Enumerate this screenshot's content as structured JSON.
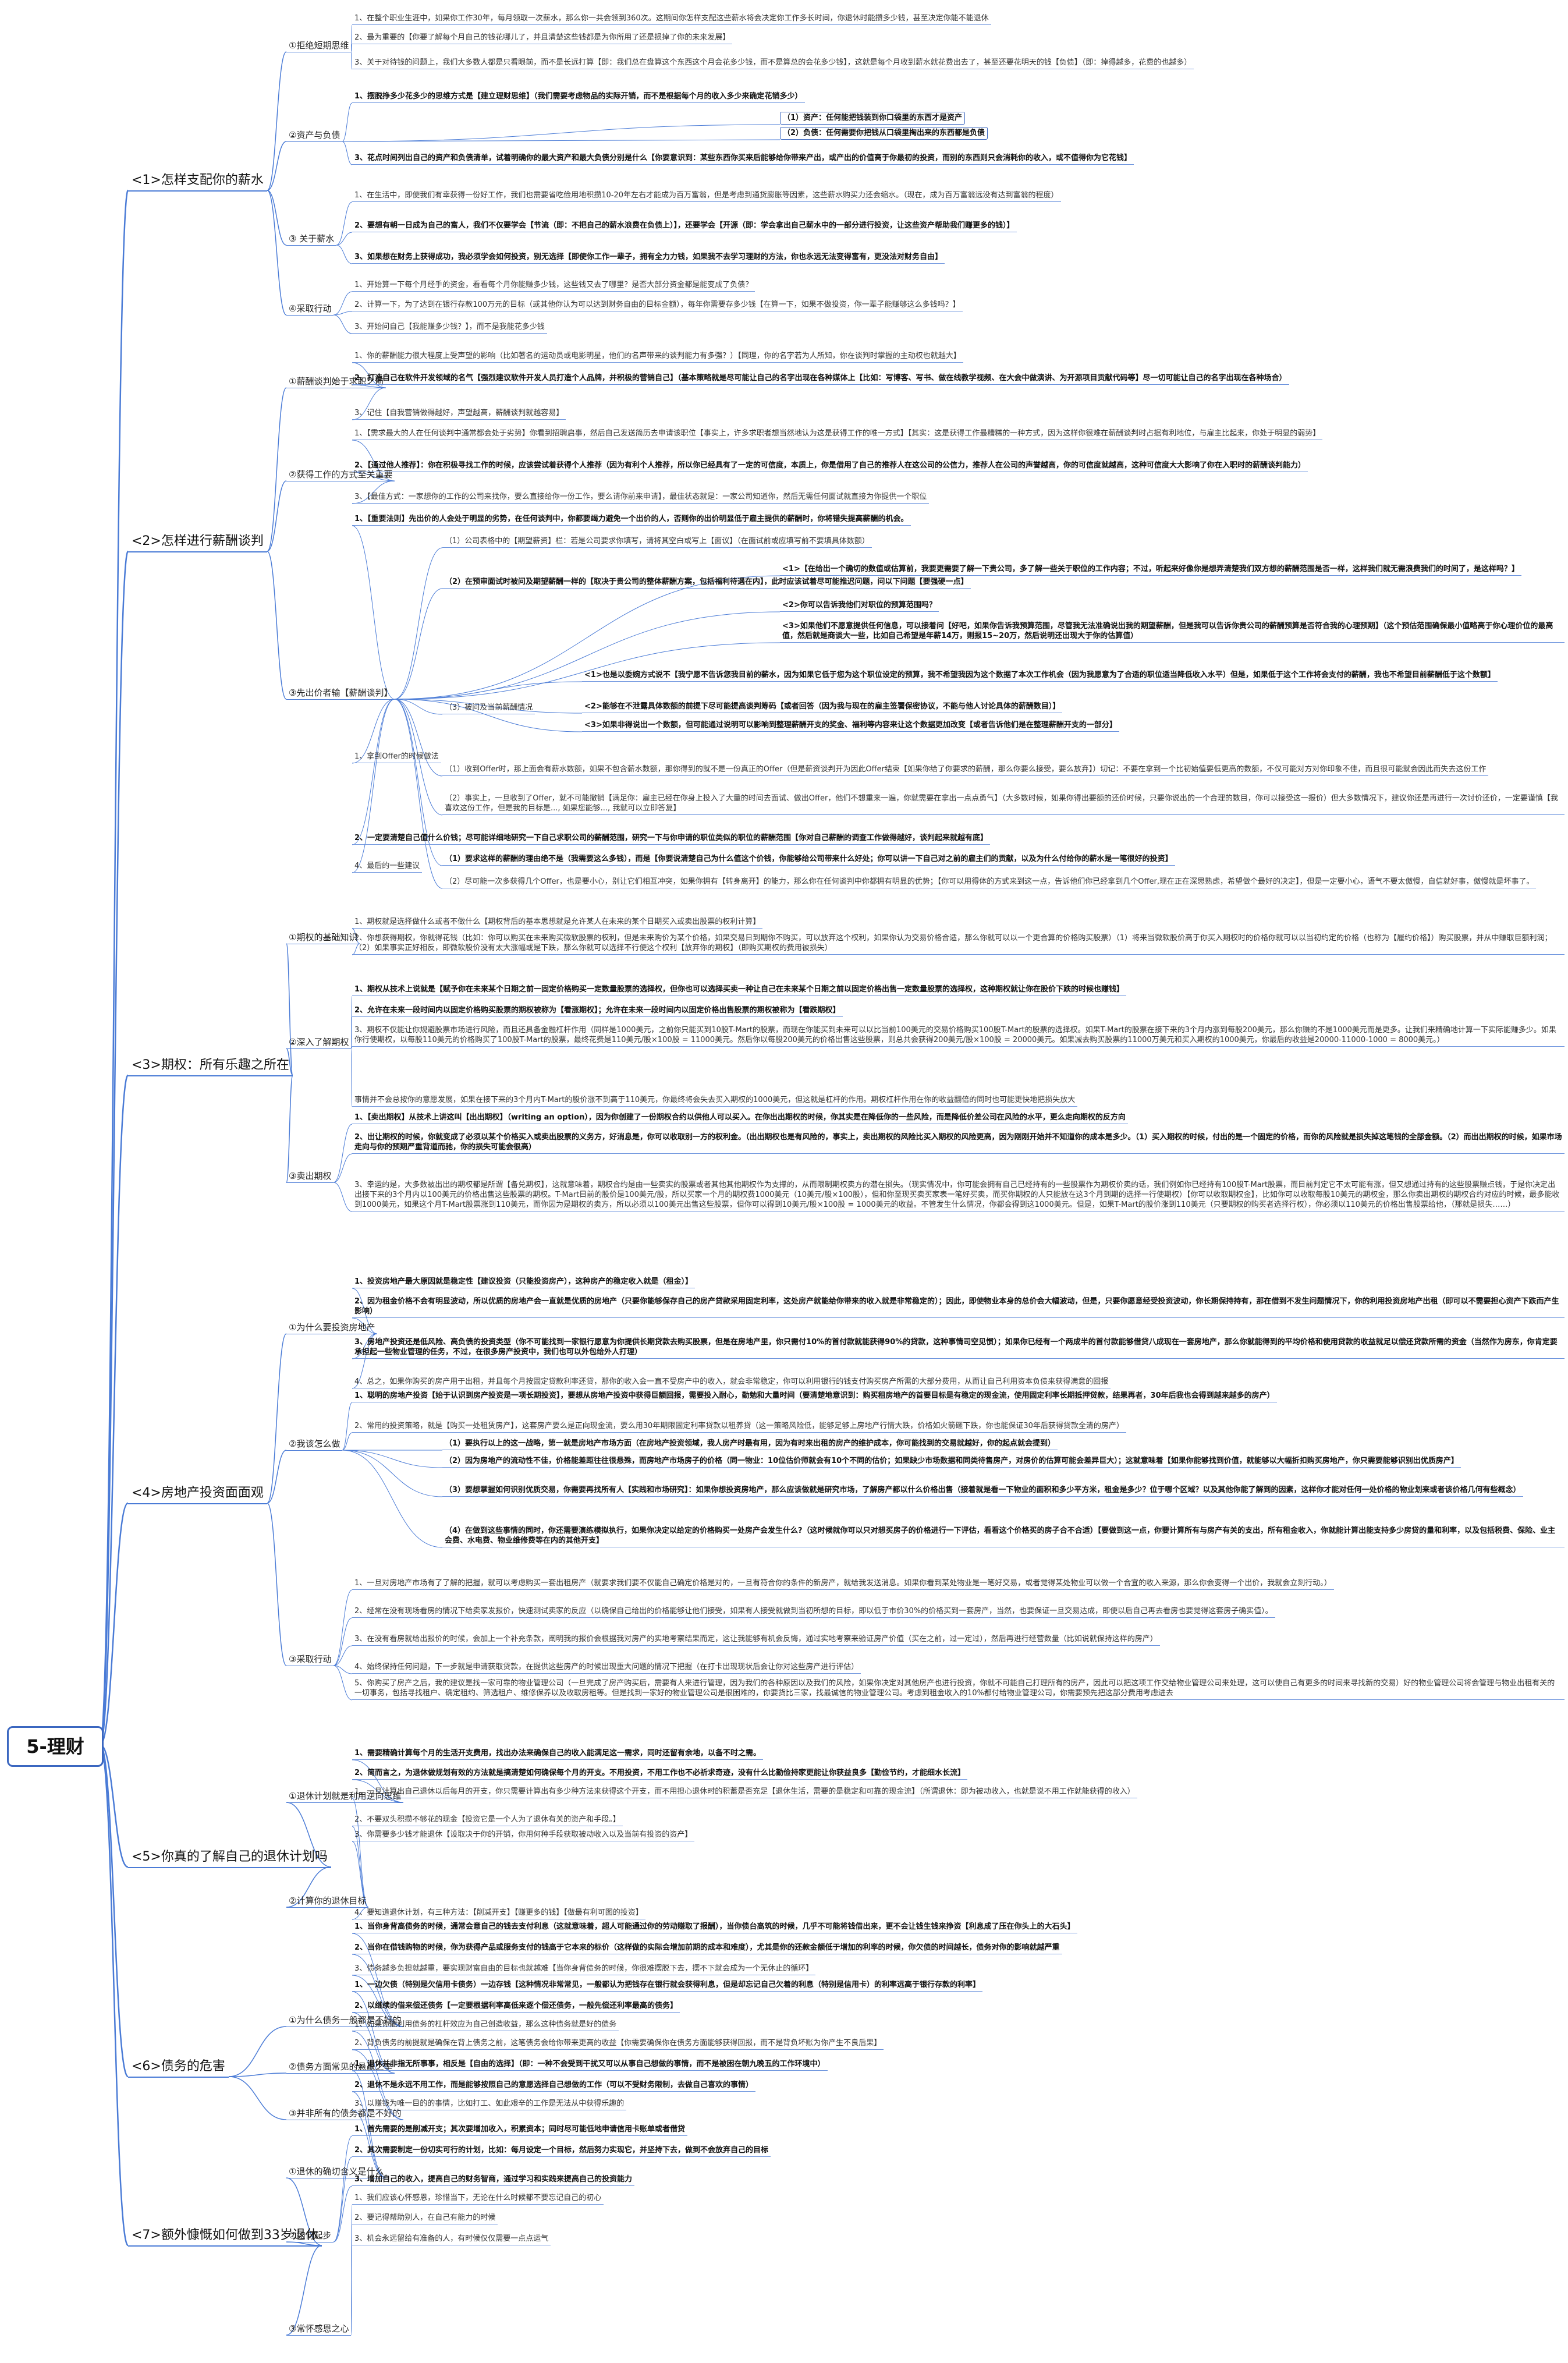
{
  "root": "5-理财",
  "sections": [
    {
      "label": "<1>怎样支配你的薪水"
    },
    {
      "label": "<2>怎样进行薪酬谈判"
    },
    {
      "label": "<3>期权：所有乐趣之所在"
    },
    {
      "label": "<4>房地产投资面面观"
    },
    {
      "label": "<5>你真的了解自己的退休计划吗"
    },
    {
      "label": "<6>债务的危害"
    },
    {
      "label": "<7>额外慷慨如何做到33岁退休"
    }
  ],
  "subs": [
    "①拒绝短期思维",
    "②资产与负债",
    "③ 关于薪水",
    "④采取行动",
    "①薪酬谈判始于求职之前",
    "②获得工作的方式至关重要",
    "③先出价者输【薪酬谈判】",
    "①期权的基础知识",
    "②深入了解期权",
    "③卖出期权",
    "①为什么要投资房地产",
    "②我该怎么做",
    "③采取行动",
    "①退休计划就是利用逆向思维",
    "②计算你的退休目标",
    "①为什么债务一般都是不好的",
    "②债务方面常见的悬赢之举",
    "③并非所有的债务都是不好的",
    "①退休的确切含义是什么",
    "②如何起步",
    "③常怀感恩之心"
  ],
  "leaves": [
    "1、在整个职业生涯中，如果你工作30年，每月领取一次薪水，那么你一共会领到360次。这期间你怎样支配这些薪水将会决定你工作多长时间，你退休时能攒多少钱，甚至决定你能不能退休",
    "2、最为重要的【你要了解每个月自己的钱花哪儿了，并且清楚这些钱都是为你所用了还是损掉了你的未来发展】",
    "3、关于对待钱的问题上，我们大多数人都是只看眼前，而不是长远打算【即：我们总在盘算这个东西这个月会花多少钱，而不是算总的会花多少钱】，这就是每个月收到薪水就花费出去了，甚至还要花明天的钱【负债】（即：掉得越多，花费的也越多）",
    "1、摆脱挣多少花多少的思维方式是【建立理财思维】（我们需要考虑物品的实际开销，而不是根据每个月的收入多少来确定花销多少）",
    "（1）资产：任何能把钱装到你口袋里的东西才是资产",
    "（2）负债：任何需要你把钱从口袋里掏出来的东西都是负债",
    "3、花点时间列出自己的资产和负债清单，试着明确你的最大资产和最大负债分别是什么【你要意识到：某些东西你买来后能够给你带来产出，或产出的价值高于你最初的投资，而别的东西则只会消耗你的收入，或不值得你为它花钱】",
    "1、在生活中，即使我们有幸获得一份好工作，我们也需要省吃俭用地积攒10-20年左右才能成为百万富翁，但是考虑到通货膨胀等因素，这些薪水购买力还会缩水。（现在，成为百万富翁远没有达到富翁的程度）",
    "2、要想有朝一日成为自己的富人，我们不仅要学会【节流（即：不把自己的薪水浪费在负债上）】，还要学会【开源（即：学会拿出自己薪水中的一部分进行投资，让这些资产帮助我们赚更多的钱）】",
    "3、如果想在财务上获得成功，我必须学会如何投资，别无选择【即使你工作一辈子，拥有全力力钱，如果我不去学习理财的方法，你也永远无法变得富有，更没法对财务自由】",
    "1、开始算一下每个月经手的资金，看看每个月你能赚多少钱，这些钱又去了哪里？是否大部分资金都是能变成了负债？",
    "2、计算一下，为了达到在银行存款100万元的目标（或其他你认为可以达到财务自由的目标金额），每年你需要存多少钱【在算一下，如果不做投资，你一辈子能赚够这么多钱吗？】",
    "3、开始问自己【我能赚多少钱？】，而不是我能花多少钱",
    "1、你的薪酬能力很大程度上受声望的影响（比如著名的运动员或电影明星，他们的名声带来的谈判能力有多强？）【同理，你的名字若为人所知，你在谈判时掌握的主动权也就越大】",
    "2、打造自己在软件开发领域的名气【强烈建议软件开发人员打造个人品牌，并积极的营销自己】（基本策略就是尽可能让自己的名字出现在各种媒体上【比如：写博客、写书、做在线教学视频、在大会中做演讲、为开源项目贡献代码等】尽一切可能让自己的名字出现在各种场合）",
    "3、记住【自我营销做得越好，声望越高，薪酬谈判就越容易】",
    "1、【需求最大的人在任何谈判中通常都会处于劣势】你看到招聘启事，然后自己发送简历去申请该职位【事实上，许多求职者想当然地认为这是获得工作的唯一方式】【其实：这是获得工作最糟糕的一种方式，因为这样你很难在薪酬谈判时占据有利地位，与雇主比起来，你处于明显的弱势】",
    "2、【通过他人推荐】：你在积极寻找工作的时候，应该尝试着获得个人推荐（因为有利个人推荐，所以你已经具有了一定的可信度，本质上，你是借用了自己的推荐人在这公司的公信力，推荐人在公司的声誉越高，你的可信度就越高，这种可信度大大影响了你在入职时的薪酬谈判能力）",
    "3、【最佳方式：一家想你的工作的公司来找你，要么直接给你一份工作，要么请你前来申请】，最佳状态就是：一家公司知道你，然后无需任何面试就直接为你提供一个职位",
    "1、【重要法则】先出价的人会处于明显的劣势，在任何谈判中，你都要竭力避免一个出价的人，否则你的出价明显低于雇主提供的薪酬时，你将错失提高薪酬的机会。",
    "（1）公司表格中的【期望薪资】栏：若是公司要求你填写，请将其空白或写上【面议】（在面试前或应填写前不要填具体数额）",
    "（2）在预审面试时被问及期望薪酬一样的【取决于贵公司的整体薪酬方案，包括福利待遇在内】，此时应该试着尽可能推迟问题，问以下问题【要强硬一点】",
    "<1>【在给出一个确切的数值或估算前，我要更需要了解一下贵公司，多了解一些关于职位的工作内容；不过，听起来好像你是想弄清楚我们双方想的薪酬范围是否一样，这样我们就无需浪费我们的时间了，是这样吗？】",
    "<2>你可以告诉我他们对职位的预算范围吗？",
    "<3>如果他们不愿意提供任何信息，可以接着问【好吧，如果你告诉我预算范围，尽管我无法准确说出我的期望薪酬，但是我可以告诉你贵公司的薪酬预算是否符合我的心理预期】（这个预估范围确保最小值略高于你心理价位的最高值，然后就是商谈大一些，比如自己希望是年薪14万，则报15~20万，然后说明还出现大于你的估算值）",
    "（3）被问及当前薪酬情况",
    "<1>也是以委婉方式说不【我宁愿不告诉您我目前的薪水，因为如果它低于您为这个职位设定的预算，我不希望我因为这个数据了本次工作机会（因为我愿意为了合适的职位适当降低收入水平）但是，如果低于这个工作将会支付的薪酬，我也不希望目前薪酬低于这个数额】",
    "<2>能够在不泄露具体数额的前提下尽可能提高谈判筹码【或者回答（因为我与现在的雇主签署保密协议，不能与他人讨论具体的薪酬数目）】",
    "<3>如果非得说出一个数额，但可能通过说明可以影响到整理薪酬开支的奖金、福利等内容来让这个数据更加改变【或者告诉他们是在整理薪酬开支的一部分】",
    "1、拿到Offer的时候做法",
    "（1）收到Offer时，那上面会有薪水数额，如果不包含薪水数额，那你得到的就不是一份真正的Offer（但是薪资谈判开为因此Offer结束【如果你给了你要求的薪酬，那么你要么接受，要么放弃】）切记：不要在拿到一个比初始值要低更高的数额，不仅可能对方对你印象不佳，而且很可能就会因此而失去这份工作",
    "（2）事实上，一旦收到了Offer，就不可能撤销【满足你：雇主已经在你身上投入了大量的时间去面试、做出Offer，他们不想重来一遍，你就需要在拿出一点点勇气】（大多数时候，如果你得出要额的还价时候，只要你说出的一个合理的数目，你可以接受这一报价）但大多数情况下，建议你还是再进行一次讨价还价，一定要谨慎【我喜欢这份工作，但是我的目标是..., 如果您能够..., 我就可以立即答复】",
    "2、一定要清楚自己值什么价钱；尽可能详细地研究一下自己求职公司的薪酬范围，研究一下与你申请的职位类似的职位的薪酬范围【你对自己薪酬的调查工作做得越好，谈判起来就越有底】",
    "（1）要求这样的薪酬的理由绝不是（我需要这么多钱），而是【你要说清楚自己为什么值这个价钱，你能够给公司带来什么好处；你可以讲一下自己对之前的雇主们的贡献，以及为什么付给你的薪水是一笔很好的投资】",
    "（2）尽可能一次多获得几个Offer，也是要小心，别让它们相互冲突，如果你拥有【转身离开】的能力，那么你在任何谈判中你都拥有明显的优势；【你可以用得体的方式来到这一点，告诉他们你已经拿到几个Offer,现在正在深思熟虑，希望做个最好的决定】，但是一定要小心，语气不要太傲慢，自信就好事，傲慢就是坏事了。",
    "4、最后的一些建议",
    "1、期权就是选择做什么或者不做什么【期权背后的基本思想就是允许某人在未来的某个日期买入或卖出股票的权利计算】",
    "2、你想获得期权，你就得花钱（比如：你可以购买在未来购买微软股票的权利，但是未来购价为某个价格，如果交易日到期你不购买，可以放弃这个权利，如果你认为交易价格合适，那么你就可以以一个更合算的价格购买股票）（1）将来当微软股价高于你买入期权时的价格你就可以以当初约定的价格（也称为【履约价格】）购买股票，并从中赚取巨额利润；（2）如果事实正好相反，即微软股价没有太大涨幅或是下跌，那么你就可以选择不行使这个权利【放弃你的期权】（即购买期权的费用被损失）",
    "1、期权从技术上说就是【赋予你在未来某个日期之前一固定价格购买一定数量股票的选择权，但你也可以选择买卖一种让自己在未来某个日期之前以固定价格出售一定数量股票的选择权，这种期权就让你在股价下跌的时候也赚钱】",
    "2、允许在未来一段时间内以固定价格购买股票的期权被称为【看涨期权】；允许在未来一段时间内以固定价格出售股票的期权被称为【看跌期权】",
    "3、期权不仅能让你规避股票市场进行风险，而且还具备金融杠杆作用（同样是1000美元，之前你只能买到10股T-Mart的股票，而现在你能买到未来可以以比当前100美元的交易价格购买100股T-Mart的股票的选择权。如果T-Mart的股票在接下来的3个月内涨到每股200美元，那么你赚的不是1000美元而是更多。让我们来精确地计算一下实际能赚多少。如果你行使期权，以每股110美元的价格购买了100股T-Mart的股票，最终花费是110美元/股×100股 = 11000美元。然后你以每股200美元的价格出售这些股票，则总共会获得200美元/股×100股 = 20000美元。如果减去购买股票的11000万美元和买入期权的1000美元，你最后的收益是20000-11000-1000 = 8000美元。）",
    "事情并不会总按你的意愿发展，如果在接下来的3个月内T-Mart的股价涨不到高于110美元，你最终将会失去买入期权的1000美元，但这就是杠杆的作用。期权杠杆作用在你的收益翻倍的同时也可能更快地把损失放大",
    "1、【卖出期权】从技术上讲这叫【出出期权】（writing an option），因为你创建了一份期权合约以供他人可以买入。在你出出期权的时候，你其实是在降低你的一些风险，而是降低价差公司在风险的水平，更么走向期权的反方向",
    "2、出让期权的时候，你就变成了必须以某个价格买入或卖出股票的义务方，好消息是，你可以收取别一方的权利金。（出出期权也是有风险的，事实上，卖出期权的风险比买入期权的风险更高，因为刚刚开始并不知道你的成本是多少。（1）买入期权的时候，付出的是一个固定的价格，而你的风险就是损失掉这笔钱的全部金额。（2）而出出期权的时候，如果市场走向与你的预期严重背道而驰，你的损失可能会很高）",
    "3、幸运的是，大多数被出出的期权都是所谓【备兑期权】，这就意味着，期权合约是由一些卖实的股票或者其他其他期权作为支撑的，从而限制期权卖方的潜在损失。（现实情况中，你可能会拥有自己已经持有的一些股票作为期权价卖的话，我们例如你已经持有100股T-Mart股票，而目前判定它不太可能有涨，但又想通过持有的这些股票赚点钱，于是你决定出出接下来的3个月内以100美元的价格出售这些股票的期权。T-Mart目前的股价是100美元/股，所以买家一个月的期权费1000美元（10美元/股×100股），但和你至现买卖买家表一笔好买卖，而买你期权的人只能放在这3个月到期的选择一行使期权）【你可以收取期权金】，比如你可以收取每股10美元的期权金，那么你卖出期权的期权合约对应的时候，最多能收到1000美元，如果这个月T-Mart股票涨到110美元，而你因为是期权的卖方，所以必须以100美元出售这些股票，但你可以得到10美元/股×100股 = 1000美元的收益。不管发生什么情况，你都会得到这1000美元。但是，如果T-Mart的股价涨到110美元（只要期权的购买者选择行权），你必须以110美元的价格出售股票给他，（那就是损失……）",
    "1、投资房地产最大原因就是稳定性【建议投资（只能投资房产），这种房产的稳定收入就是（租金）】",
    "2、因为租金价格不会有明显波动，所以优质的房地产会一直就是优质的房地产（只要你能够保存自己的房产贷款采用固定利率，这处房产就能给你带来的收入就是非常稳定的）；因此，即使物业本身的总价会大幅波动，但是，只要你愿意经受投资波动，你长期保持持有，那在借到不发生问题情况下，你的利用投资房地产出租（即可以不需要担心资产下跌而产生影响）",
    "3、房地产投资还是低风险、高负债的投资类型（你不可能找到一家银行愿意为你提供长期贷款去购买股票，但是在房地产里，你只需付10%的首付款就能获得90%的贷款，这种事情司空见惯）；如果你已经有一个两成半的首付款能够借贷八成现在一套房地产，那么你就能得到的平均价格和使用贷款的收益就足以偿还贷款所需的资金（当然作为房东，你肯定要承担起一些物业管理的任务，不过，在很多房产投资中，我们也可以外包给外人打理）",
    "4、总之，如果你购买的房产用于出租，并且每个月按固定贷款利率还贷，那你的收入会一直不受房产中的收入，就会非常稳定，你可以利用银行的钱支付购买房产所需的大部分费用，从而让自己利用资本负债来获得满意的回报",
    "1、聪明的房地产投资【始于认识到房产投资是一项长期投资】，要想从房地产投资中获得巨额回报，需要投入耐心，勤勉和大量时间（要清楚地意识到：购买租房地产的首要目标是有稳定的现金流，使用固定利率长期抵押贷款，结果再者，30年后我也会得到越来越多的房产）",
    "2、常用的投资策略，就是【购买一处租赁房产】，这套房产要么是正向现金流，要么用30年期限固定利率贷款以租养贷（这一策略风险低，能够足够上房地产行情大跌，价格如火箭砸下跌，你也能保证30年后获得贷款全清的房产）",
    "（1）要执行以上的这一战略，第一就是房地产市场方面（在房地产投资领域，我人房产时最有用，因为有时来出租的房产的维护成本，你可能找到的交易就越好，你的起点就会提到）",
    "（2）因为房地产的流动性不佳，价格能差距往往很悬殊，而房地产市场房子的价格（同一物业：10位估价师就会有10个不同的估价；如果缺少市场数据和同类待售房产，对房价的估算可能会差异巨大）；这就意味着【如果你能够找到价值，就能够以大幅折扣购买房地产，你只需要能够识别出优质房产】",
    "（3）要想掌握如何识别优质交易，你需要再找所有人【实践和市场研究】：如果你想投资房地产，那么应该做就是研究市场，了解房产都以什么价格出售（接着就是看一下物业的面积和多少平方米，租金是多少？位于哪个区域？以及其他你能了解到的因素，这样你才能对任何一处价格的物业划来或者该价格几何有些概念）",
    "（4）在做到这些事情的同时，你还需要演练模拟执行，如果你决定以给定的价格购买一处房产会发生什么?（这时候就你可以只对想买房子的价格进行一下评估，看看这个价格买的房子合不合适）【要做到这一点，你要计算所有与房产有关的支出，所有租金收入，你就能计算出能支持多少房贷的量和利率，以及包括税费、保险、业主会费、水电费、物业维修费等在内的其他开支】",
    "1、一旦对房地产市场有了了解的把握，就可以考虑购买一套出租房产（就要求我们要不仅能自己确定价格是对的，一旦有符合你的条件的新房产，就给我发送消息。如果你看到某处物业是一笔好交易，或者觉得某处物业可以做一个合宜的收入来源，那么你会变得一个出价，我就会立刻行动。）",
    "2、经常在没有现场看房的情况下给卖家发报价，快速测试卖家的反应（以确保自己给出的价格能够让他们接受，如果有人接受就做到当初所想的目标，即以低于市价30%的价格买到一套房产，当然，也要保证一旦交易达成，即使以后自己再去看房也要觉得这套房子确实值）。",
    "3、在没有看房就给出报价的时候，会加上一个补充条款，阐明我的报价会根据我对房产的实地考察结果而定，这让我能够有机会反悔，通过实地考察来验证房产价值（买在之前，过一定过），然后再进行经营数量（比如说就保持这样的房产）",
    "4、始终保持任何问题，下一步就是申请获取贷款，在提供这些房产的时候出现重大问题的情况下把握（在打卡出现现状后会让你对这些房产进行评估）",
    "5、你购买了房产之后，我的建议是找一家可靠的物业管理公司（一旦完成了房产购买后，需要有人来进行管理，因为我们的各种原因以及我们的风险，如果你决定对其他房产也进行投资，你就不可能自己打理所有的房产，因此可以把这项工作交给物业管理公司来处理，这可以使自己有更多的时间来寻找新的交易）好的物业管理公司将会管理与物业出租有关的一切事务，包括寻找租户、确定租约、筛选租户、维修保养以及收取房租等。但是找到一家好的物业管理公司是很困难的，你要货比三家，找最诚信的物业管理公司。考虑到租金收入的10%都付给物业管理公司，你需要预先把这部分费用考虑进去",
    "1、需要精确计算每个月的生活开支费用，找出办法来确保自己的收入能满足这一需求，同时还留有余地，以备不时之需。",
    "2、简而言之，为退休做规划有效的方法就是搞清楚如何确保每个月的开支。不用投资，不用工作也不必祈求奇迹，没有什么比勤俭持家更能让你获益良多【勤俭节约，才能细水长流】",
    "1、一旦计算出自己退休以后每月的开支，你只需要计算出有多少种方法来获得这个开支，而不用担心退休时的积蓄是否充足【退休生活，需要的是稳定和可靠的现金流】（所谓退休：即为被动收入，也就是说不用工作就能获得的收入）",
    "2、不要双头积攒不够花的现金【投资它是一个人为了退休有关的资产和手段。】",
    "3、你需要多少钱才能退休【设取决于你的开销，你用何种手段获取被动收入以及当前有投资的资产】",
    "4、要知道退休计划，有三种方法：【削减开支】【赚更多的钱】【做最有利可图的投资】",
    "1、当你身背高债务的时候，通常会意自己的钱去支付利息（这就意味着，超人可能通过你的劳动赚取了报酬），当你债台高筑的时候，几乎不可能将钱借出来，更不会让钱生钱来挣资【利息成了压在你头上的大石头】",
    "2、当你在借钱购物的时候，你为获得产品或服务支付的钱高于它本来的标价（这样做的实际会增加前期的成本和难度），尤其是你的还款金额低于增加的利率的时候，你欠债的时间越长，债务对你的影响就越严重",
    "3、债务越多负担就越重，要实现财富自由的目标也就越难【当你身背债务的时候，你很难摆脱下去，摆不下就会成为一个无休止的循环】",
    "1、一边欠债（特别是欠信用卡债务）一边存钱【这种情况非常常见，一般都认为把钱存在银行就会获得利息，但是却忘记自己欠着的利息（特别是信用卡）的利率远高于银行存款的利率】",
    "2、以继续的借来偿还债务【一定要根据利率高低来逐个偿还债务，一般先偿还利率最高的债务】",
    "1、如果你能利用债务的杠杆效应为自己创造收益，那么这种债务就是好的债务",
    "2、背负债务的前提就是确保在背上债务之前，这笔债务会给你带来更高的收益【你需要确保你在债务方面能够获得回报，而不是背负坏账为你产生不良后果】",
    "1、退休并非指无所事事，相反是【自由的选择】（即：一种不会受到干扰又可以从事自己想做的事情，而不是被困在朝九晚五的工作环境中）",
    "2、退休不是永远不用工作，而是能够按照自己的意愿选择自己想做的工作（可以不受财务限制，去做自己喜欢的事情）",
    "3、以赚钱为唯一目的的事情，比如打工、如此艰辛的工作是无法从中获得乐趣的",
    "1、首先需要的是削减开支；其次要增加收入，积累资本；同时尽可能低地申请信用卡账单或者借贷",
    "2、其次需要制定一份切实可行的计划，比如：每月设定一个目标，然后努力实现它，并坚持下去，做到不会放弃自己的目标",
    "3、增加自己的收入，提高自己的财务智商，通过学习和实践来提高自己的投资能力",
    "1、我们应该心怀感恩，珍惜当下，无论在什么时候都不要忘记自己的初心",
    "2、要记得帮助别人，在自己有能力的时候",
    "3、机会永远留给有准备的人，有时候仅仅需要一点点运气"
  ],
  "edge_color": "#4a7bd6",
  "root_border": "#3b67c0"
}
